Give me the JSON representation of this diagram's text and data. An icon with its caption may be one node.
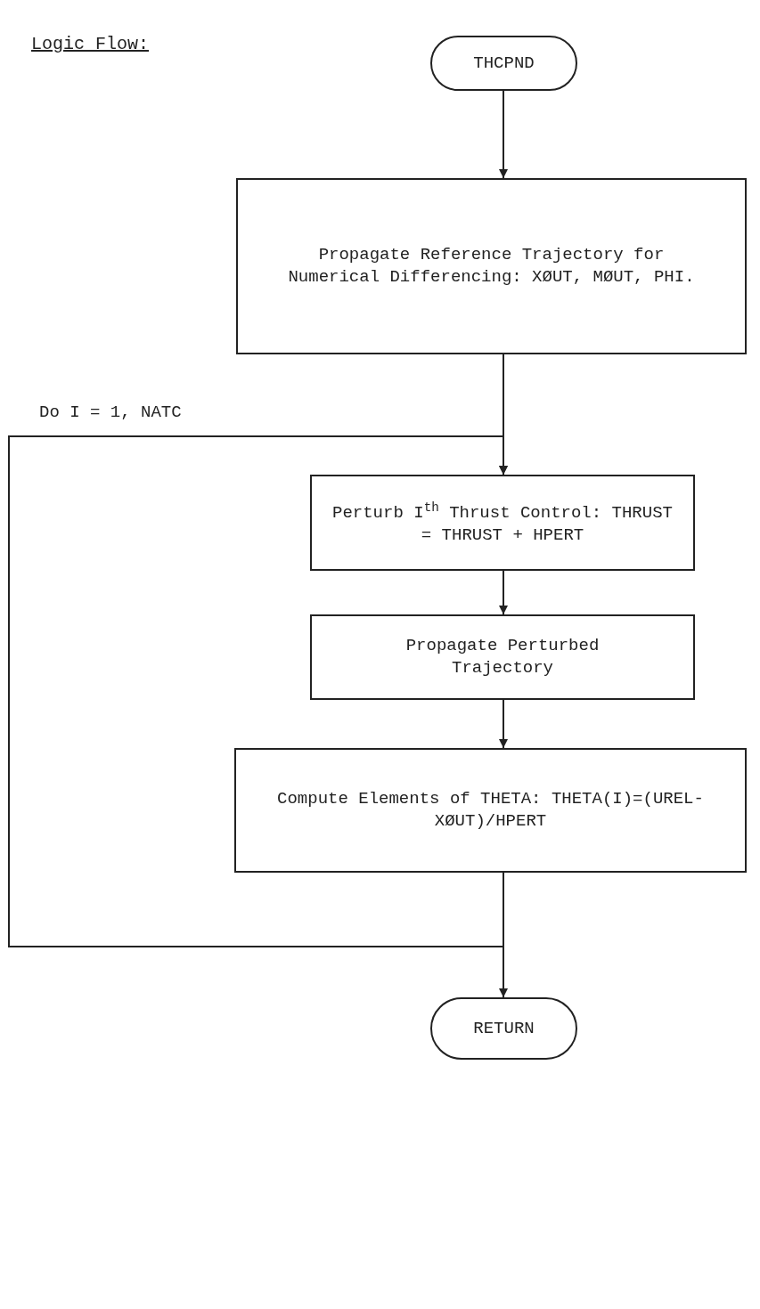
{
  "diagram": {
    "title": "Logic Flow:",
    "nodes": [
      {
        "text": [
          "THCPND"
        ]
      },
      {
        "text": [
          "Propagate Reference Trajectory for Numerical Differencing: XØUT, MØUT, PHI."
        ]
      },
      {
        "text": [
          "Perturb I$^{th}$ Thrust Control: THRUST = THRUST + HPERT"
        ]
      },
      {
        "text": [
          "Propagate Perturbed Trajectory"
        ]
      },
      {
        "text": [
          "Compute Elements of THETA: THETA(I)=(UREL-XØUT)/HPERT"
        ]
      },
      {
        "text": [
          "RETURN"
        ]
      }
    ],
    "edges": [
      {
        "from": 0,
        "to": 1,
        "arrow": "to"
      },
      {
        "from": 1,
        "to": 2,
        "arrow": "to"
      },
      {
        "from": 2,
        "to": 3,
        "arrow": "to"
      },
      {
        "from": 3,
        "to": 4,
        "arrow": "to"
      },
      {
        "from": 4,
        "to": 5,
        "arrow": "to"
      },
      {
        "from": 4,
        "to": 2,
        "arrow": "to",
        "label": "Do  I = 1, NATC"
      }
    ]
  }
}
